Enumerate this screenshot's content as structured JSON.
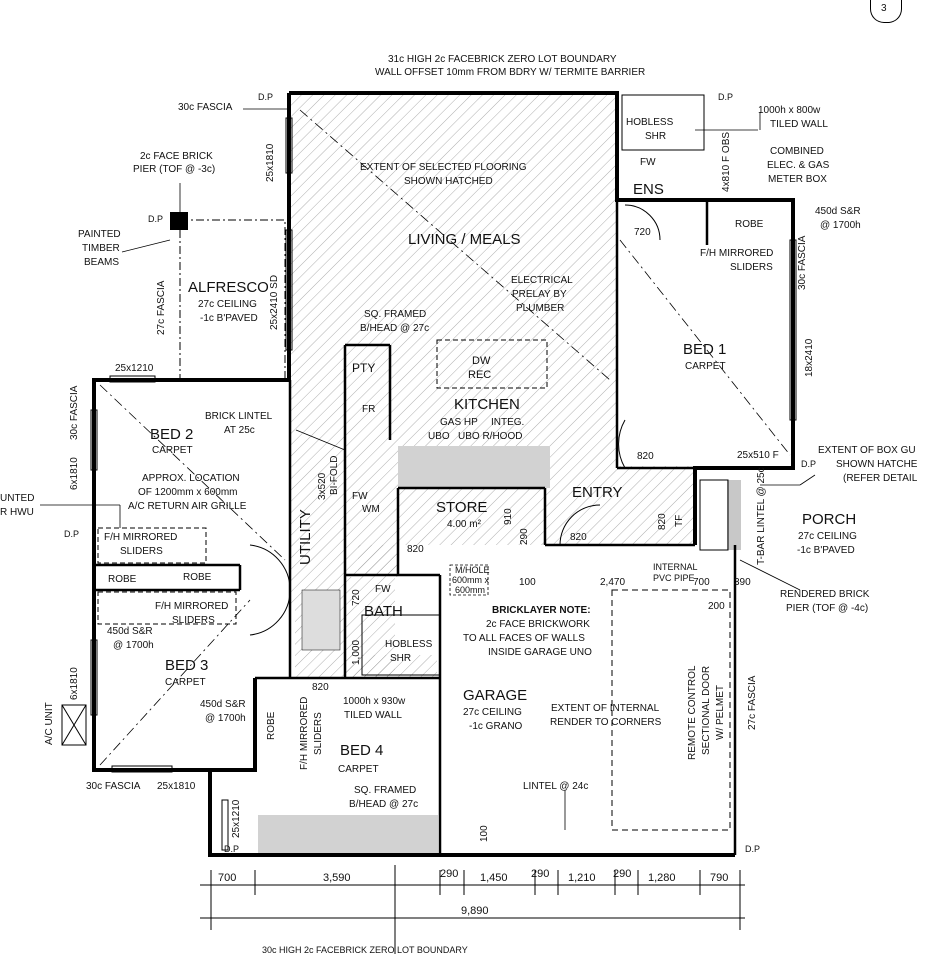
{
  "diagram": {
    "top_note": [
      "31c HIGH 2c FACEBRICK ZERO LOT BOUNDARY",
      "WALL OFFSET 10mm FROM BDRY W/ TERMITE BARRIER"
    ],
    "bottom_note": "30c HIGH 2c FACEBRICK ZERO LOT BOUNDARY",
    "north_badge": "3",
    "rooms": {
      "living": "LIVING / MEALS",
      "alfresco": "ALFRESCO",
      "alfresco_sub": [
        "27c CEILING",
        "-1c B'PAVED"
      ],
      "bed1": "BED 1",
      "bed1_sub": "CARPET",
      "bed2": "BED 2",
      "bed2_sub": "CARPET",
      "bed3": "BED 3",
      "bed3_sub": "CARPET",
      "bed4": "BED 4",
      "bed4_sub": "CARPET",
      "kitchen": "KITCHEN",
      "ens": "ENS",
      "store": "STORE",
      "store_sub": "4.00 m²",
      "entry": "ENTRY",
      "porch": "PORCH",
      "porch_sub": [
        "27c CEILING",
        "-1c B'PAVED"
      ],
      "garage": "GARAGE",
      "garage_sub": [
        "27c CEILING",
        "-1c GRANO"
      ],
      "bath": "BATH",
      "utility": "UTILITY",
      "pty": "PTY",
      "fr": "FR"
    },
    "notes": {
      "flooring": [
        "EXTENT OF SELECTED FLOORING",
        "SHOWN HATCHED"
      ],
      "fascia30_top": "30c FASCIA",
      "dp": "D.P",
      "pier": [
        "2c FACE BRICK",
        "PIER (TOF @ -3c)"
      ],
      "beams": [
        "PAINTED",
        "TIMBER",
        "BEAMS"
      ],
      "fascia27": "27c FASCIA",
      "win_25x1810": "25x1810",
      "win_25x2410": "25x2410 SD",
      "win_25x1210": "25x1210",
      "fascia30_left": "30c FASCIA",
      "win_6x1810": "6x1810",
      "hwu": [
        "UNTED",
        "R HWU"
      ],
      "brick_lintel": [
        "BRICK LINTEL",
        "AT 25c"
      ],
      "sq_framed": [
        "SQ. FRAMED",
        "B/HEAD @ 27c"
      ],
      "electrical": [
        "ELECTRICAL",
        "PRELAY BY",
        "PLUMBER"
      ],
      "dw": "DW",
      "rec": "REC",
      "gas": [
        "GAS HP",
        "UBO"
      ],
      "integ": [
        "INTEG.",
        "UBO R/HOOD"
      ],
      "return_grille": [
        "APPROX. LOCATION",
        "OF 1200mm x 600mm",
        "A/C RETURN AIR GRILLE"
      ],
      "sliders": [
        "F/H MIRRORED",
        "SLIDERS"
      ],
      "robe": "ROBE",
      "sr450": [
        "450d S&R",
        "@ 1700h"
      ],
      "ac_unit": "A/C UNIT",
      "fascia30_bottom": "30c FASCIA",
      "hobless_shr": [
        "HOBLESS",
        "SHR"
      ],
      "fw": "FW",
      "tiled_1000": [
        "1000h x 800w",
        "TILED WALL"
      ],
      "obs": "4x810 F OBS",
      "meter": [
        "COMBINED",
        "ELEC. & GAS",
        "METER BOX"
      ],
      "win_18x2410": "18x2410",
      "box_gutter": [
        "EXTENT OF BOX GU",
        "SHOWN HATCHE",
        "(REFER DETAIL"
      ],
      "win_25x510": "25x510 F",
      "win_3x520": "3x520",
      "bifold": "BI-FOLD",
      "wm": "WM",
      "d910": "910",
      "d290": "290",
      "d820": "820",
      "d720": "720",
      "d1000": "1,000",
      "d100": "100",
      "d200": "200",
      "tf": "TF",
      "tbar": "T-BAR LINTEL @ 25c",
      "manhole": [
        "M/HOLE",
        "600mm x",
        "600mm"
      ],
      "bricklayer": "BRICKLAYER NOTE:",
      "bricklayer_body": [
        "2c FACE BRICKWORK",
        "TO ALL FACES OF WALLS",
        "INSIDE GARAGE UNO"
      ],
      "internal_pvc": [
        "INTERNAL",
        "PVC PIPE"
      ],
      "rendered_pier": [
        "RENDERED BRICK",
        "PIER (TOF @ -4c)"
      ],
      "render_corners": [
        "EXTENT OF INTERNAL",
        "RENDER TO CORNERS"
      ],
      "remote_door": [
        "REMOTE CONTROL",
        "SECTIONAL DOOR",
        "W/ PELMET"
      ],
      "tiled_930": [
        "1000h x 930w",
        "TILED WALL"
      ],
      "lintel24": "LINTEL @ 24c",
      "d2470": "2,470",
      "d700": "700",
      "d390": "390"
    },
    "dimensions": [
      "700",
      "3,590",
      "290",
      "1,450",
      "290",
      "1,210",
      "290",
      "1,280",
      "790"
    ],
    "overall": "9,890"
  }
}
